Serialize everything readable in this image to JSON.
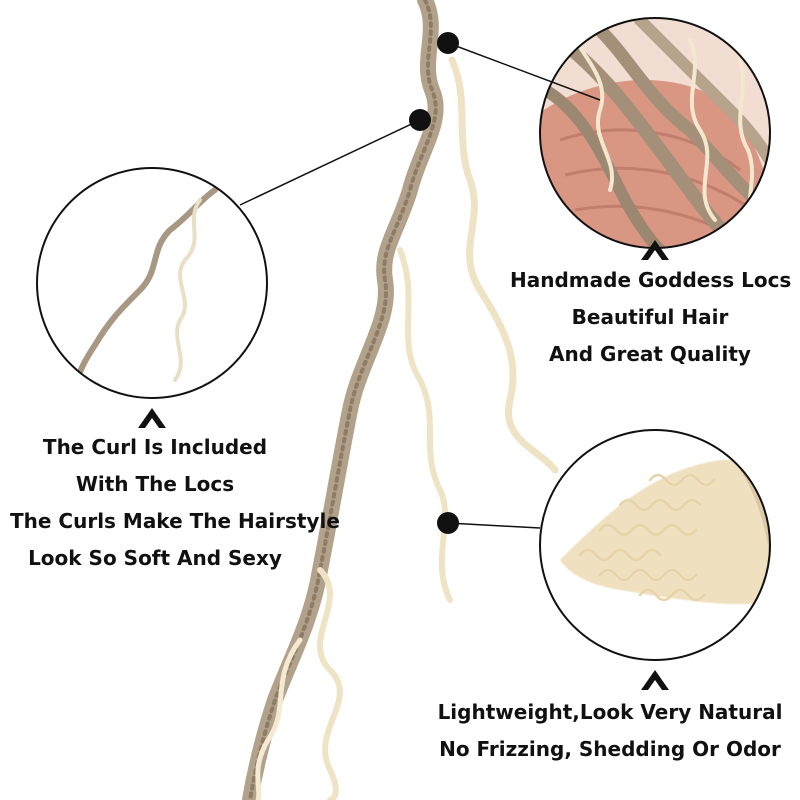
{
  "captions": {
    "top_right": {
      "line1": "Handmade Goddess Locs",
      "line2": "Beautiful Hair",
      "line3": "And Great Quality"
    },
    "left": {
      "line1": "The Curl Is Included",
      "line2": "With The Locs",
      "line3": "The Curls Make The Hairstyle",
      "line4": "Look So Soft And Sexy"
    },
    "bottom_right": {
      "line1": "Lightweight,Look Very Natural",
      "line2": "No Frizzing, Shedding Or Odor"
    }
  },
  "colors": {
    "hair_ash": "#a89782",
    "hair_blonde": "#efe3c6",
    "skin": "#d99683",
    "ink": "#111111"
  }
}
